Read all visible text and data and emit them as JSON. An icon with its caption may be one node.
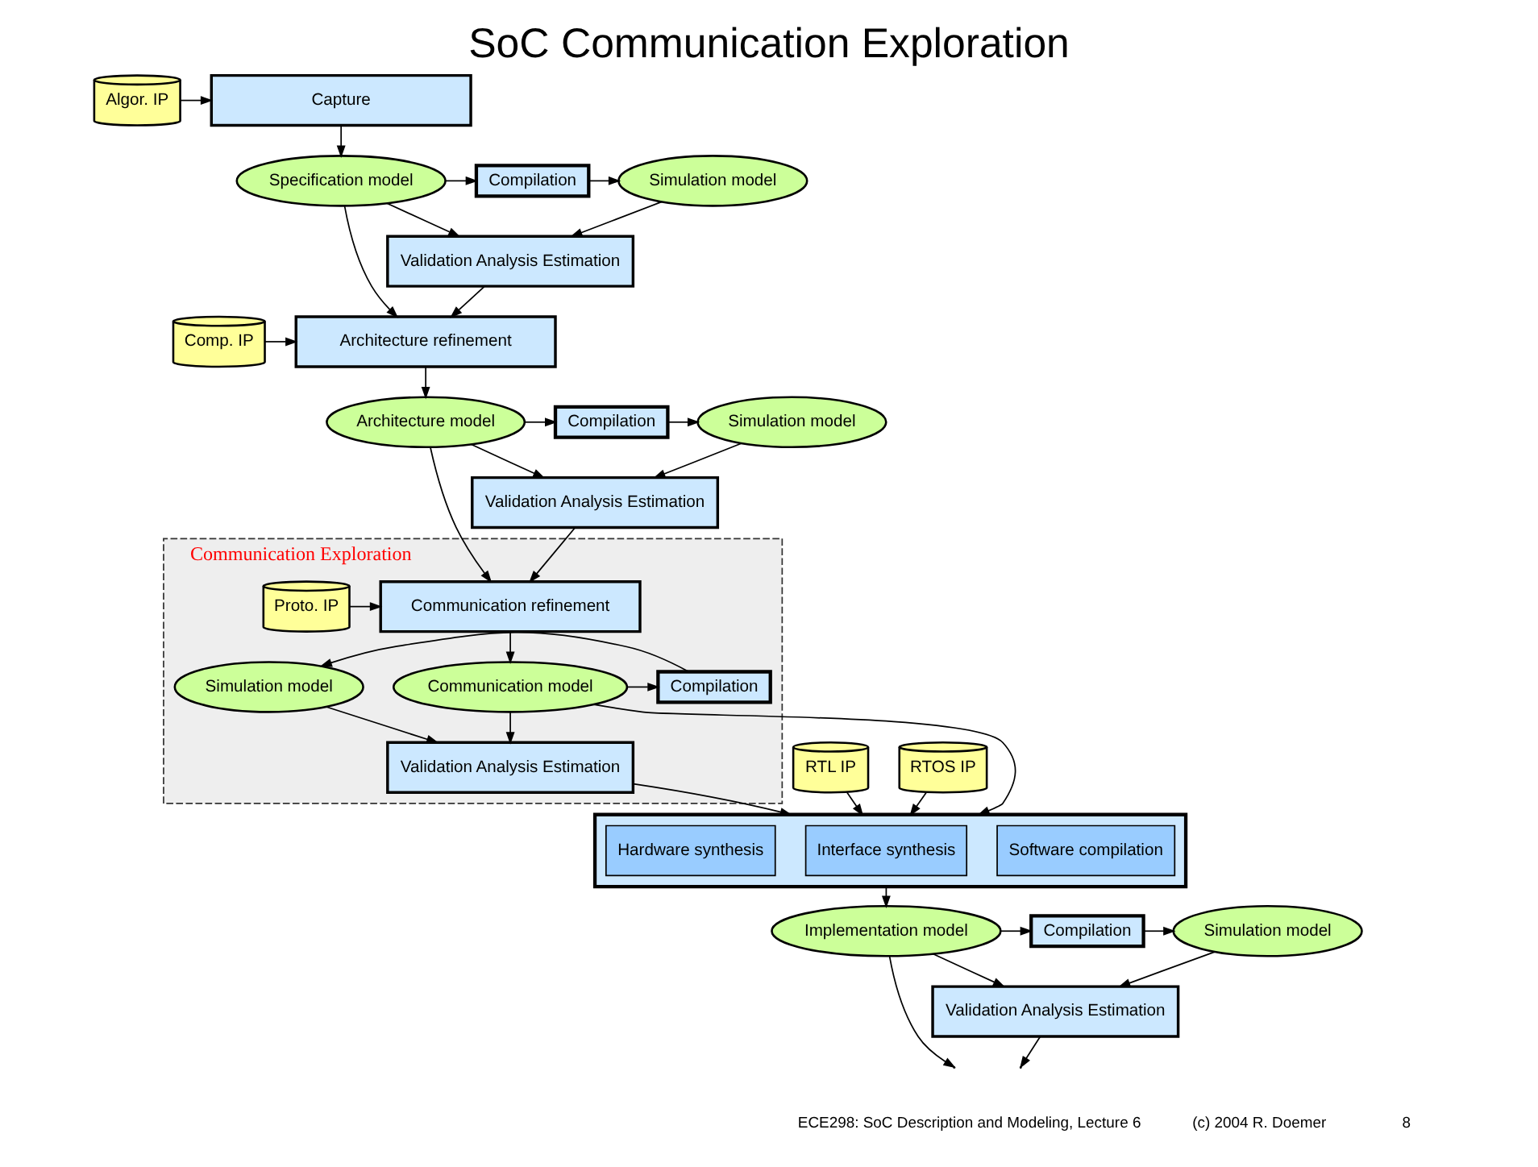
{
  "diagram": {
    "title": "SoC Communication Exploration",
    "nodes": [
      {
        "text": [
          "Capture"
        ]
      },
      {
        "text": [
          "Algor. IP"
        ]
      },
      {
        "text": [
          "Specification model"
        ]
      },
      {
        "text": [
          "Compilation"
        ]
      },
      {
        "text": [
          "Simulation model"
        ]
      },
      {
        "text": [
          "Validation Analysis Estimation"
        ]
      },
      {
        "text": [
          "Architecture refinement"
        ]
      },
      {
        "text": [
          "Comp. IP"
        ]
      },
      {
        "text": [
          "Architecture model"
        ]
      },
      {
        "text": [
          "Compilation"
        ]
      },
      {
        "text": [
          "Simulation model"
        ]
      },
      {
        "text": [
          "Validation Analysis Estimation"
        ]
      },
      {
        "text": [
          "Communication Exploration"
        ]
      },
      {
        "text": [
          "Communication refinement"
        ],
        "in": 12
      },
      {
        "text": [
          "Proto. IP"
        ],
        "in": 12
      },
      {
        "text": [
          "Communication model"
        ],
        "in": 12
      },
      {
        "text": [
          "Compilation"
        ],
        "in": 12
      },
      {
        "text": [
          "Simulation model"
        ],
        "in": 12
      },
      {
        "text": [
          "Validation Analysis Estimation"
        ],
        "in": 12
      },
      {
        "text": [
          "RTL IP"
        ]
      },
      {
        "text": [],
        "shape": "box"
      },
      {
        "text": [
          "Hardware synthesis"
        ],
        "in": 20
      },
      {
        "text": [
          "Interface synthesis"
        ],
        "in": 20
      },
      {
        "text": [
          "Software compilation"
        ],
        "in": 20
      },
      {
        "text": [
          "RTOS IP"
        ]
      },
      {
        "text": [
          "Implementation model"
        ]
      },
      {
        "text": [
          "Compilation"
        ]
      },
      {
        "text": [
          "Simulation model"
        ]
      },
      {
        "text": [
          "Validation Analysis Estimation"
        ]
      }
    ],
    "edges": [
      {
        "from": 1,
        "to": 0,
        "arrow": "to"
      },
      {
        "from": 0,
        "to": 2,
        "arrow": "to"
      },
      {
        "from": 2,
        "to": 3,
        "arrow": "to"
      },
      {
        "from": 2,
        "to": 5,
        "arrow": "to"
      },
      {
        "from": 3,
        "to": 4,
        "arrow": "to"
      },
      {
        "from": 4,
        "to": 5,
        "arrow": "to"
      },
      {
        "from": 2,
        "to": 6,
        "arrow": "to"
      },
      {
        "from": 5,
        "to": 6,
        "arrow": "to"
      },
      {
        "from": 7,
        "to": 6,
        "arrow": "to"
      },
      {
        "from": 6,
        "to": 8,
        "arrow": "to"
      },
      {
        "from": 8,
        "to": 9,
        "arrow": "to"
      },
      {
        "from": 8,
        "to": 11,
        "arrow": "to"
      },
      {
        "from": 9,
        "to": 10,
        "arrow": "to"
      },
      {
        "from": 10,
        "to": 11,
        "arrow": "to"
      },
      {
        "from": 8,
        "to": 13,
        "arrow": "to"
      },
      {
        "from": 11,
        "to": 13,
        "arrow": "to"
      },
      {
        "from": 14,
        "to": 13,
        "arrow": "to"
      },
      {
        "from": 13,
        "to": 15,
        "arrow": "to"
      },
      {
        "from": 15,
        "to": 16,
        "arrow": "to"
      },
      {
        "from": 15,
        "to": 18,
        "arrow": "to"
      },
      {
        "from": 16,
        "to": 17,
        "arrow": "to"
      },
      {
        "from": 17,
        "to": 18,
        "arrow": "to"
      },
      {
        "from": 15,
        "to": 20,
        "arrow": "to"
      },
      {
        "from": 18,
        "to": 20,
        "arrow": "to"
      },
      {
        "from": 19,
        "to": 20,
        "arrow": "to"
      },
      {
        "from": 24,
        "to": 20,
        "arrow": "to"
      },
      {
        "from": 20,
        "to": 25,
        "arrow": "to"
      },
      {
        "from": 25,
        "to": 26,
        "arrow": "to"
      },
      {
        "from": 25,
        "to": 28,
        "arrow": "to"
      },
      {
        "from": 26,
        "to": 27,
        "arrow": "to"
      },
      {
        "from": 27,
        "to": 28,
        "arrow": "to"
      },
      {
        "from": 25,
        "to": null,
        "arrow": "to"
      },
      {
        "from": 28,
        "to": null,
        "arrow": "to"
      }
    ],
    "labels": [
      "ECE298: SoC Description and Modeling, Lecture 6",
      "(c) 2004 R. Doemer",
      "8"
    ]
  }
}
